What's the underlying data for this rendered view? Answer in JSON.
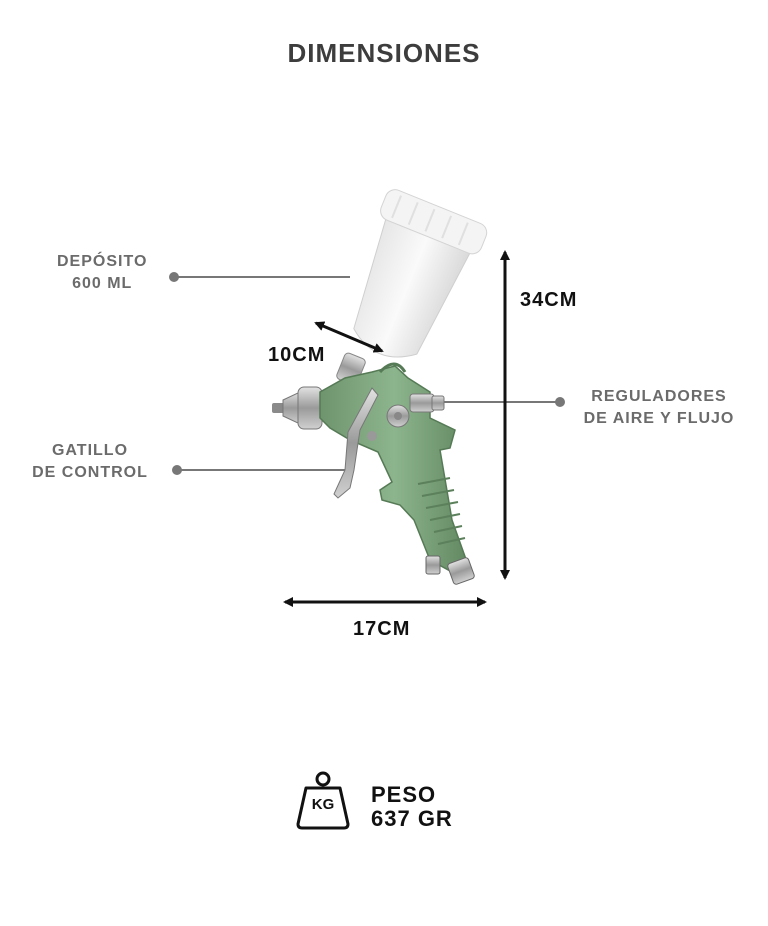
{
  "title": "DIMENSIONES",
  "callouts": {
    "deposito": {
      "line1": "DEPÓSITO",
      "line2": "600 ML"
    },
    "gatillo": {
      "line1": "GATILLO",
      "line2": "DE CONTROL"
    },
    "reguladores": {
      "line1": "REGULADORES",
      "line2": "DE AIRE Y FLUJO"
    }
  },
  "dimensions": {
    "height": "34CM",
    "width": "17CM",
    "depth": "10CM"
  },
  "weight": {
    "icon_label": "KG",
    "label": "PESO",
    "value": "637 GR"
  },
  "colors": {
    "body_green": "#7fa37f",
    "cup_white": "#f2f2f2",
    "metal": "#b9b9b9",
    "callout_gray": "#6b6b6b",
    "title_gray": "#3d3d3d"
  }
}
